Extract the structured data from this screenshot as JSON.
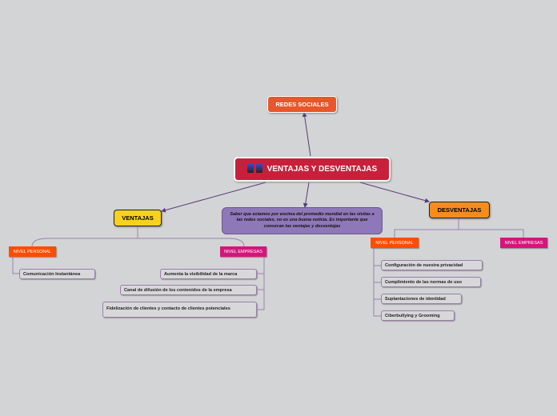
{
  "central": {
    "title": "VENTAJAS Y DESVENTAJAS",
    "icon": "smartphones-icon"
  },
  "redes": "REDES SOCIALES",
  "info": "Saber que estamos por encima del promedio mundial en las visitas a las redes sociales, no es una buena noticia. Es importante que conozcan las ventajas y desventajas",
  "ventajas": {
    "label": "VENTAJAS",
    "personal": {
      "label": "NIVEL PERSONAL",
      "items": [
        "Comunicación Instantánea"
      ]
    },
    "empresas": {
      "label": "NIVEL EMPRESAS",
      "items": [
        "Aumenta la visibilidad de la marca",
        "Canal de difusión de los contenidos de la empresa",
        "Fidelización de clientes y contacto de clientes potenciales"
      ]
    }
  },
  "desventajas": {
    "label": "DESVENTAJAS",
    "personal": {
      "label": "NIVEL PERSONAL",
      "items": [
        "Configuración de nuestra privacidad",
        "Cumplimiento de las normas de uso",
        "Suplantaciones de identidad",
        "Ciberbullying y Grooming"
      ]
    },
    "empresas": {
      "label": "NIVEL EMPRESAS"
    }
  },
  "colors": {
    "central": "#c8203a",
    "line": "#6b4a8a"
  }
}
